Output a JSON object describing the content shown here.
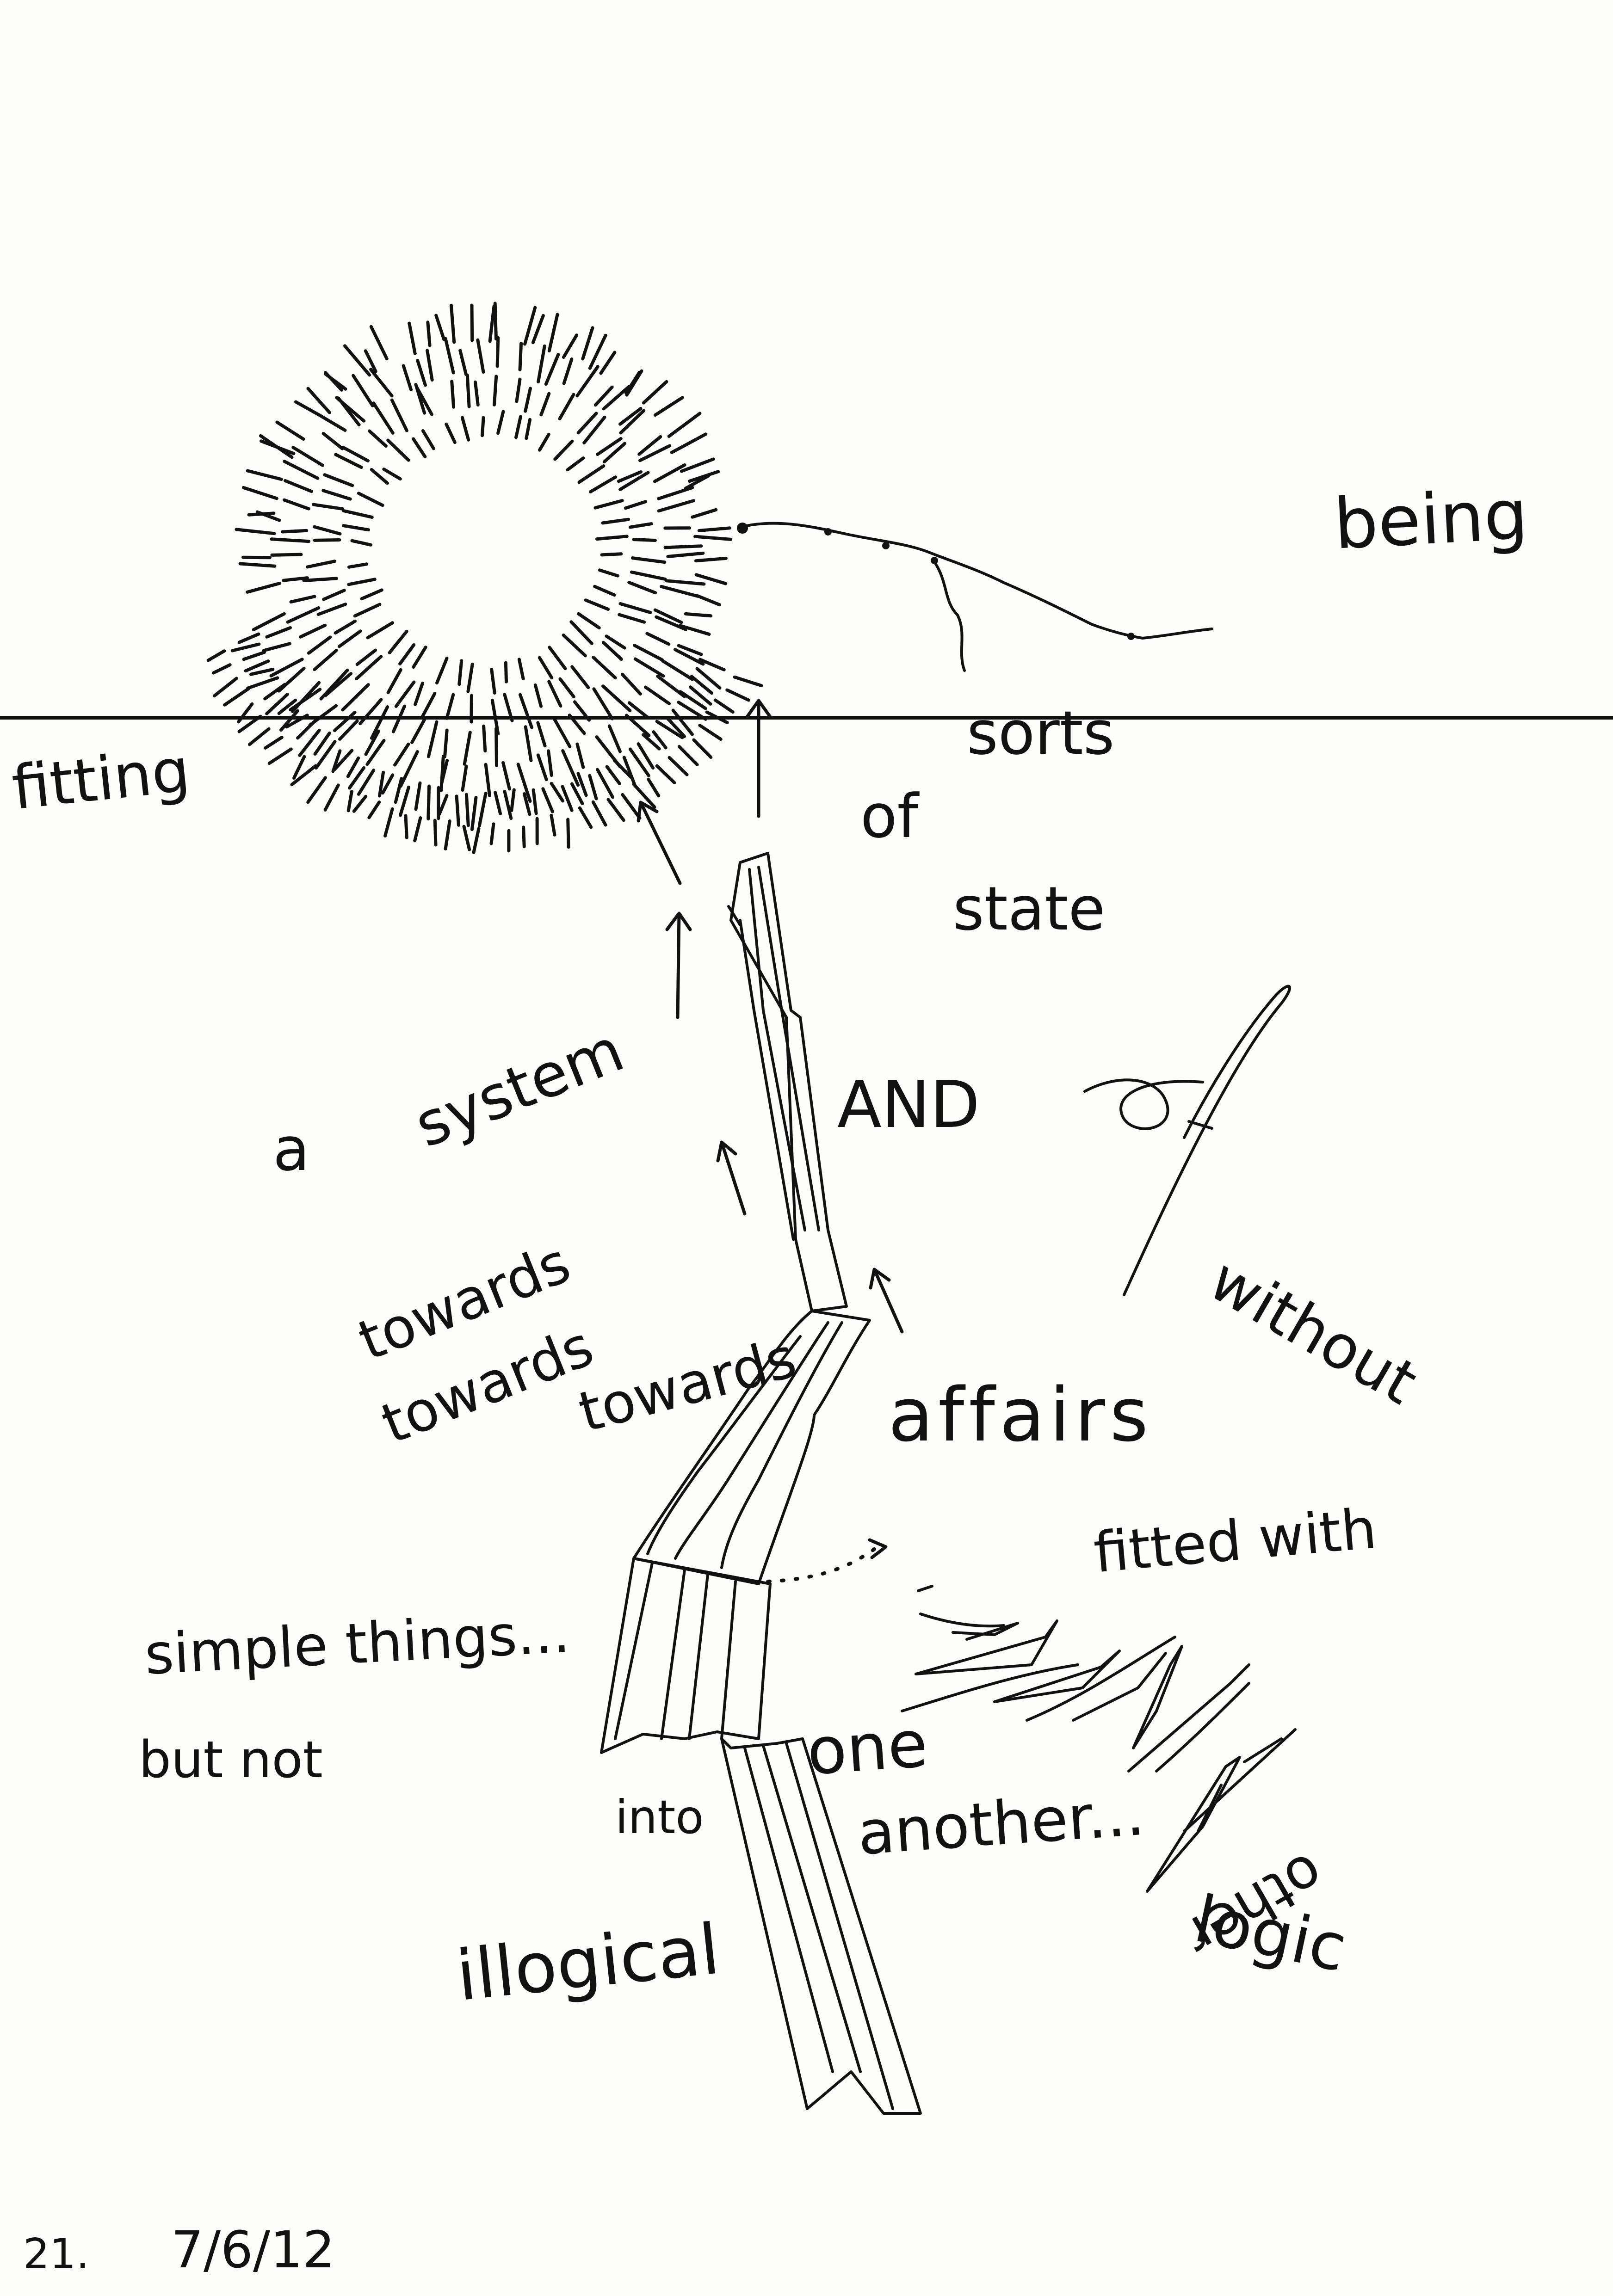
{
  "sketch": {
    "words": {
      "being": "being",
      "fitting": "fitting",
      "sorts": "sorts",
      "of_top": "of",
      "state": "state",
      "a": "a",
      "system": "system",
      "and": "AND",
      "of_right": "of",
      "towards_1": "towards",
      "towards_2": "towards",
      "towards_3": "towards",
      "without": "without",
      "affairs": "affairs",
      "fitted_with": "fitted with",
      "simple_things": "simple things...",
      "but_not": "but not",
      "into": "into",
      "one": "one",
      "another": "another...",
      "other": "other",
      "logic": "logic",
      "illogical": "illogical"
    },
    "footer": {
      "number": "21.",
      "date": "7/6/12"
    }
  }
}
